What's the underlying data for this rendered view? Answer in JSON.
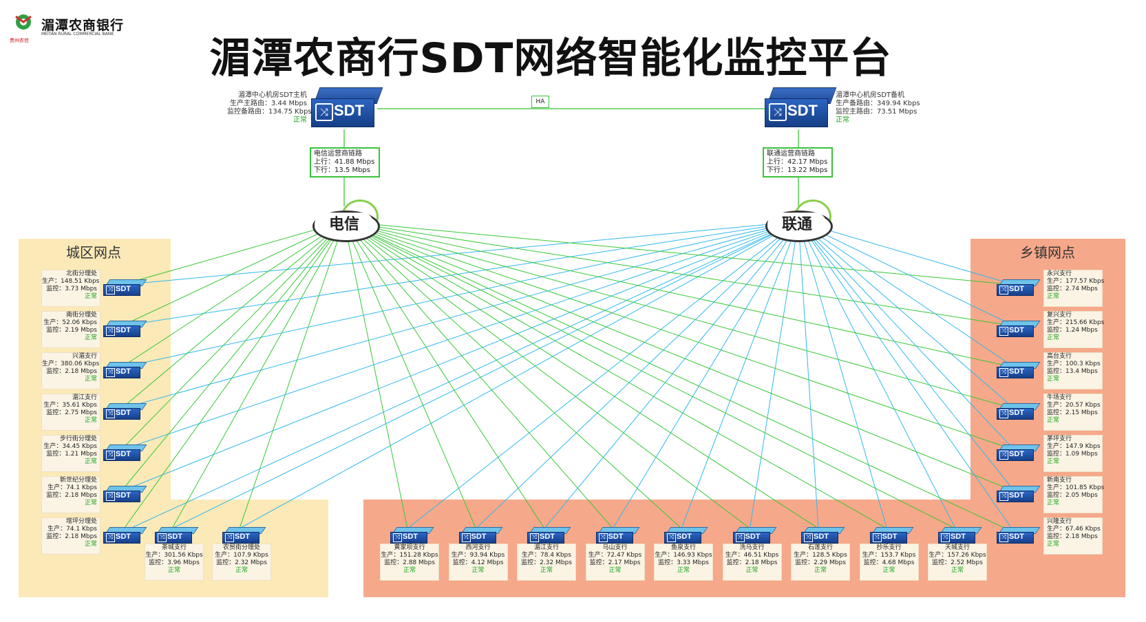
{
  "header": {
    "logo_text": "湄潭农商银行",
    "logo_en": "MEITAN RURAL COMMERCIAL BANK",
    "logo_sub": "贵州农信",
    "title": "湄潭农商行SDT网络智能化监控平台"
  },
  "colors": {
    "city_zone": "#fbe9b7",
    "town_zone": "#f6a88a",
    "telecom_line": "#35c835",
    "unicom_line": "#2fb8ee"
  },
  "hubs": {
    "primary": {
      "label": "SDT",
      "name": "湄潭中心机房SDT主机",
      "line1": "生产主路由：3.44 Mbps",
      "line2": "监控备路由：134.75 Kbps",
      "status": "正常"
    },
    "backup": {
      "label": "SDT",
      "name": "湄潭中心机房SDT备机",
      "line1": "生产备路由：349.94 Kbps",
      "line2": "监控主路由：73.51 Mbps",
      "status": "正常"
    },
    "ha_label": "HA"
  },
  "carriers": {
    "telecom": {
      "title": "电信运营商链路",
      "up": "上行：41.88 Mbps",
      "down": "下行：13.5 Mbps",
      "cloud": "电信"
    },
    "unicom": {
      "title": "联通运营商链路",
      "up": "上行：42.17 Mbps",
      "down": "下行：13.22 Mbps",
      "cloud": "联通"
    }
  },
  "zones": {
    "city_title": "城区网点",
    "town_title": "乡镇网点"
  },
  "router_label": "SDT",
  "city_left": [
    {
      "name": "北街分理处",
      "prod": "生产：148.51 Kbps",
      "mon": "监控：3.73 Mbps",
      "status": "正常"
    },
    {
      "name": "南街分理处",
      "prod": "生产：52.06 Kbps",
      "mon": "监控：2.19 Mbps",
      "status": "正常"
    },
    {
      "name": "兴湄支行",
      "prod": "生产：380.06 Kbps",
      "mon": "监控：2.18 Mbps",
      "status": "正常"
    },
    {
      "name": "湄江支行",
      "prod": "生产：35.61 Kbps",
      "mon": "监控：2.75 Mbps",
      "status": "正常"
    },
    {
      "name": "步行街分理处",
      "prod": "生产：34.45 Kbps",
      "mon": "监控：1.21 Mbps",
      "status": "正常"
    },
    {
      "name": "新世纪分理处",
      "prod": "生产：74.1 Kbps",
      "mon": "监控：2.18 Mbps",
      "status": "正常"
    },
    {
      "name": "增坪分理处",
      "prod": "生产：74.1 Kbps",
      "mon": "监控：2.18 Mbps",
      "status": "正常"
    }
  ],
  "city_bottom": [
    {
      "name": "茶城支行",
      "prod": "生产：301.56 Kbps",
      "mon": "监控：3.96 Mbps",
      "status": "正常"
    },
    {
      "name": "农贸街分理处",
      "prod": "生产：107.9 Kbps",
      "mon": "监控：2.32 Mbps",
      "status": "正常"
    }
  ],
  "town_bottom": [
    {
      "name": "黄家坝支行",
      "prod": "生产：151.28 Kbps",
      "mon": "监控：2.88 Mbps",
      "status": "正常"
    },
    {
      "name": "西河支行",
      "prod": "生产：93.94 Kbps",
      "mon": "监控：4.12 Mbps",
      "status": "正常"
    },
    {
      "name": "湄江支行",
      "prod": "生产：78.4 Kbps",
      "mon": "监控：2.32 Mbps",
      "status": "正常"
    },
    {
      "name": "马山支行",
      "prod": "生产：72.47 Kbps",
      "mon": "监控：2.17 Mbps",
      "status": "正常"
    },
    {
      "name": "鱼泉支行",
      "prod": "生产：146.93 Kbps",
      "mon": "监控：3.33 Mbps",
      "status": "正常"
    },
    {
      "name": "洗马支行",
      "prod": "生产：46.51 Kbps",
      "mon": "监控：2.18 Mbps",
      "status": "正常"
    },
    {
      "name": "石莲支行",
      "prod": "生产：128.5 Kbps",
      "mon": "监控：2.29 Mbps",
      "status": "正常"
    },
    {
      "name": "抄乐支行",
      "prod": "生产：153.7 Kbps",
      "mon": "监控：4.68 Mbps",
      "status": "正常"
    },
    {
      "name": "天城支行",
      "prod": "生产：157.26 Kbps",
      "mon": "监控：2.52 Mbps",
      "status": "正常"
    }
  ],
  "town_right": [
    {
      "name": "永兴支行",
      "prod": "生产：177.57 Kbps",
      "mon": "监控：2.74 Mbps",
      "status": "正常"
    },
    {
      "name": "复兴支行",
      "prod": "生产：215.66 Kbps",
      "mon": "监控：1.24 Mbps",
      "status": "正常"
    },
    {
      "name": "高台支行",
      "prod": "生产：100.3 Kbps",
      "mon": "监控：13.4 Mbps",
      "status": "正常"
    },
    {
      "name": "牛场支行",
      "prod": "生产：20.57 Kbps",
      "mon": "监控：2.15 Mbps",
      "status": "正常"
    },
    {
      "name": "茅坪支行",
      "prod": "生产：147.9 Kbps",
      "mon": "监控：1.09 Mbps",
      "status": "正常"
    },
    {
      "name": "新南支行",
      "prod": "生产：101.85 Kbps",
      "mon": "监控：2.05 Mbps",
      "status": "正常"
    },
    {
      "name": "兴隆支行",
      "prod": "生产：67.46 Kbps",
      "mon": "监控：2.18 Mbps",
      "status": "正常"
    }
  ]
}
